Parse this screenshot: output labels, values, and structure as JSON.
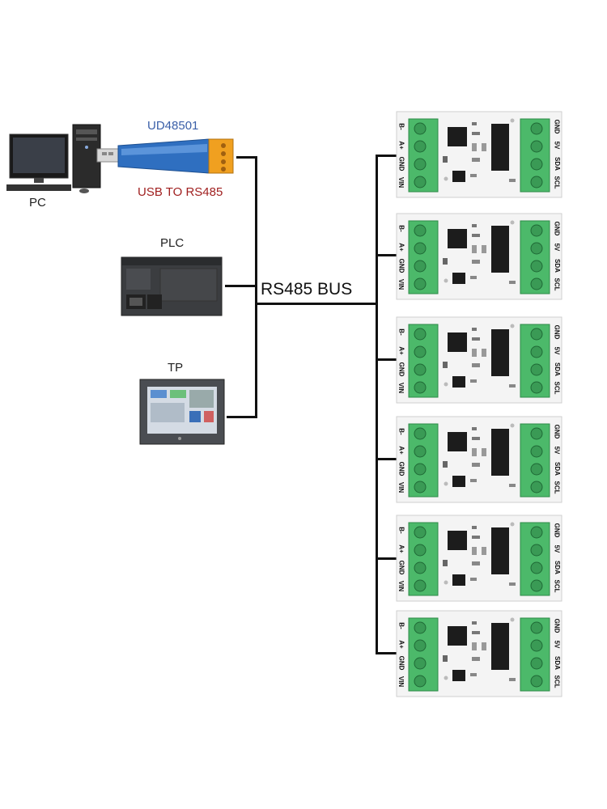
{
  "devices": {
    "pc": {
      "label": "PC"
    },
    "usb_adapter": {
      "model": "UD48501",
      "description": "USB TO RS485"
    },
    "plc": {
      "label": "PLC"
    },
    "tp": {
      "label": "TP"
    }
  },
  "bus": {
    "label": "RS485 BUS"
  },
  "modules": {
    "count": 6,
    "left_terminal_labels": [
      "B-",
      "A+",
      "GND",
      "VIN"
    ],
    "right_terminal_labels": [
      "GND",
      "5V",
      "SDA",
      "SCL"
    ]
  },
  "colors": {
    "terminal_green": "#4cb96a",
    "usb_blue": "#2f6fc0",
    "usb_label": "#3a5fa8",
    "usb_desc": "#a02020",
    "adapter_orange": "#f0a020"
  }
}
